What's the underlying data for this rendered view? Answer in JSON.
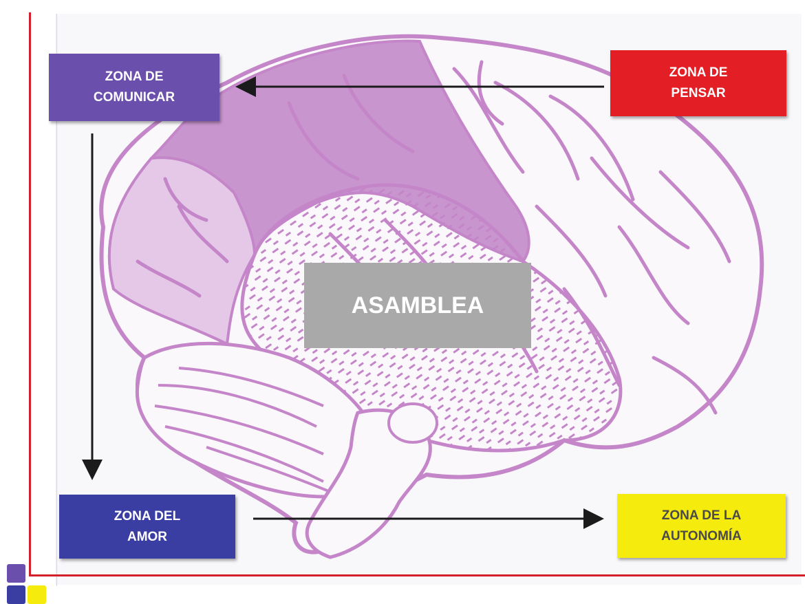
{
  "colors": {
    "frame": "#d21f2b",
    "comunicar": "#6a4fad",
    "pensar": "#e31e25",
    "amor": "#3a3ea3",
    "autonomia": "#f5ec0d",
    "asamblea": "#a9a9a9",
    "brain_shade": "#c48fca",
    "brain_line": "#c486c9",
    "arrow": "#1b1b1b"
  },
  "zones": {
    "comunicar": "ZONA DE\nCOMUNICAR",
    "pensar": "ZONA DE\nPENSAR",
    "amor": "ZONA DEL\nAMOR",
    "autonomia": "ZONA DE LA\nAUTONOMÍA",
    "asamblea": "ASAMBLEA"
  },
  "flow": [
    {
      "from": "pensar",
      "to": "comunicar"
    },
    {
      "from": "comunicar",
      "to": "amor"
    },
    {
      "from": "amor",
      "to": "autonomia"
    }
  ],
  "corner_squares": [
    "comunicar",
    "amor",
    "autonomia"
  ]
}
